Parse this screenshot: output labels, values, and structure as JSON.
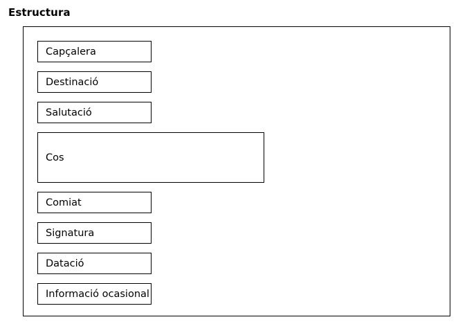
{
  "title": "Estructura",
  "sections": [
    {
      "label": "Capçalera"
    },
    {
      "label": "Destinació"
    },
    {
      "label": "Salutació"
    },
    {
      "label": "Cos"
    },
    {
      "label": "Comiat"
    },
    {
      "label": "Signatura"
    },
    {
      "label": "Datació"
    },
    {
      "label": "Informació ocasional"
    }
  ]
}
